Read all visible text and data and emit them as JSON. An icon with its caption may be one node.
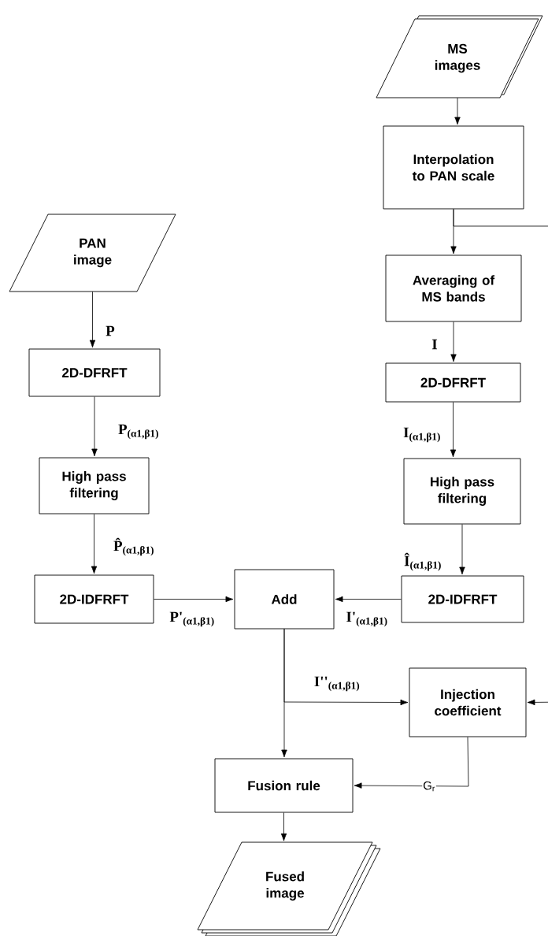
{
  "diagram": {
    "nodes": [
      {
        "text": [
          "MS images"
        ]
      },
      {
        "text": [
          "Interpolation to PAN scale"
        ]
      },
      {
        "text": [
          "PAN image"
        ]
      },
      {
        "text": [
          "Averaging of MS bands"
        ]
      },
      {
        "text": [
          "2D-DFRFT"
        ]
      },
      {
        "text": [
          "2D-DFRFT"
        ]
      },
      {
        "text": [
          "High pass filtering"
        ]
      },
      {
        "text": [
          "High pass filtering"
        ]
      },
      {
        "text": [
          "2D-IDFRFT"
        ]
      },
      {
        "text": [
          "Add"
        ]
      },
      {
        "text": [
          "2D-IDFRFT"
        ]
      },
      {
        "text": [
          "Injection coefficient"
        ]
      },
      {
        "text": [
          "Fusion rule"
        ]
      },
      {
        "text": [
          "Fused image"
        ]
      }
    ],
    "edges": [
      {
        "from": 0,
        "to": 1,
        "arrow": "to"
      },
      {
        "from": 1,
        "to": 3,
        "arrow": "to"
      },
      {
        "from": 1,
        "to": 11,
        "arrow": "to"
      },
      {
        "from": 2,
        "to": 4,
        "arrow": "to",
        "label": "P"
      },
      {
        "from": 3,
        "to": 5,
        "arrow": "to",
        "label": "I"
      },
      {
        "from": 4,
        "to": 6,
        "arrow": "to",
        "label": "P$_{(α1,β1)}$"
      },
      {
        "from": 5,
        "to": 7,
        "arrow": "to",
        "label": "I$_{(α1,β1)}$"
      },
      {
        "from": 6,
        "to": 8,
        "arrow": "to",
        "label": "P̂$_{(α1,β1)}$"
      },
      {
        "from": 7,
        "to": 10,
        "arrow": "to",
        "label": "Î$_{(α1,β1)}$"
      },
      {
        "from": 8,
        "to": 9,
        "arrow": "to",
        "label": "P'$_{(α1,β1)}$"
      },
      {
        "from": 10,
        "to": 9,
        "arrow": "to",
        "label": "I'$_{(α1,β1)}$"
      },
      {
        "from": 9,
        "to": 12,
        "arrow": "to"
      },
      {
        "from": 9,
        "to": 11,
        "arrow": "to",
        "label": "I''$_{(α1,β1)}$"
      },
      {
        "from": 11,
        "to": 12,
        "arrow": "to",
        "label": "G$_{r}$"
      },
      {
        "from": 12,
        "to": 13,
        "arrow": "to"
      }
    ]
  }
}
